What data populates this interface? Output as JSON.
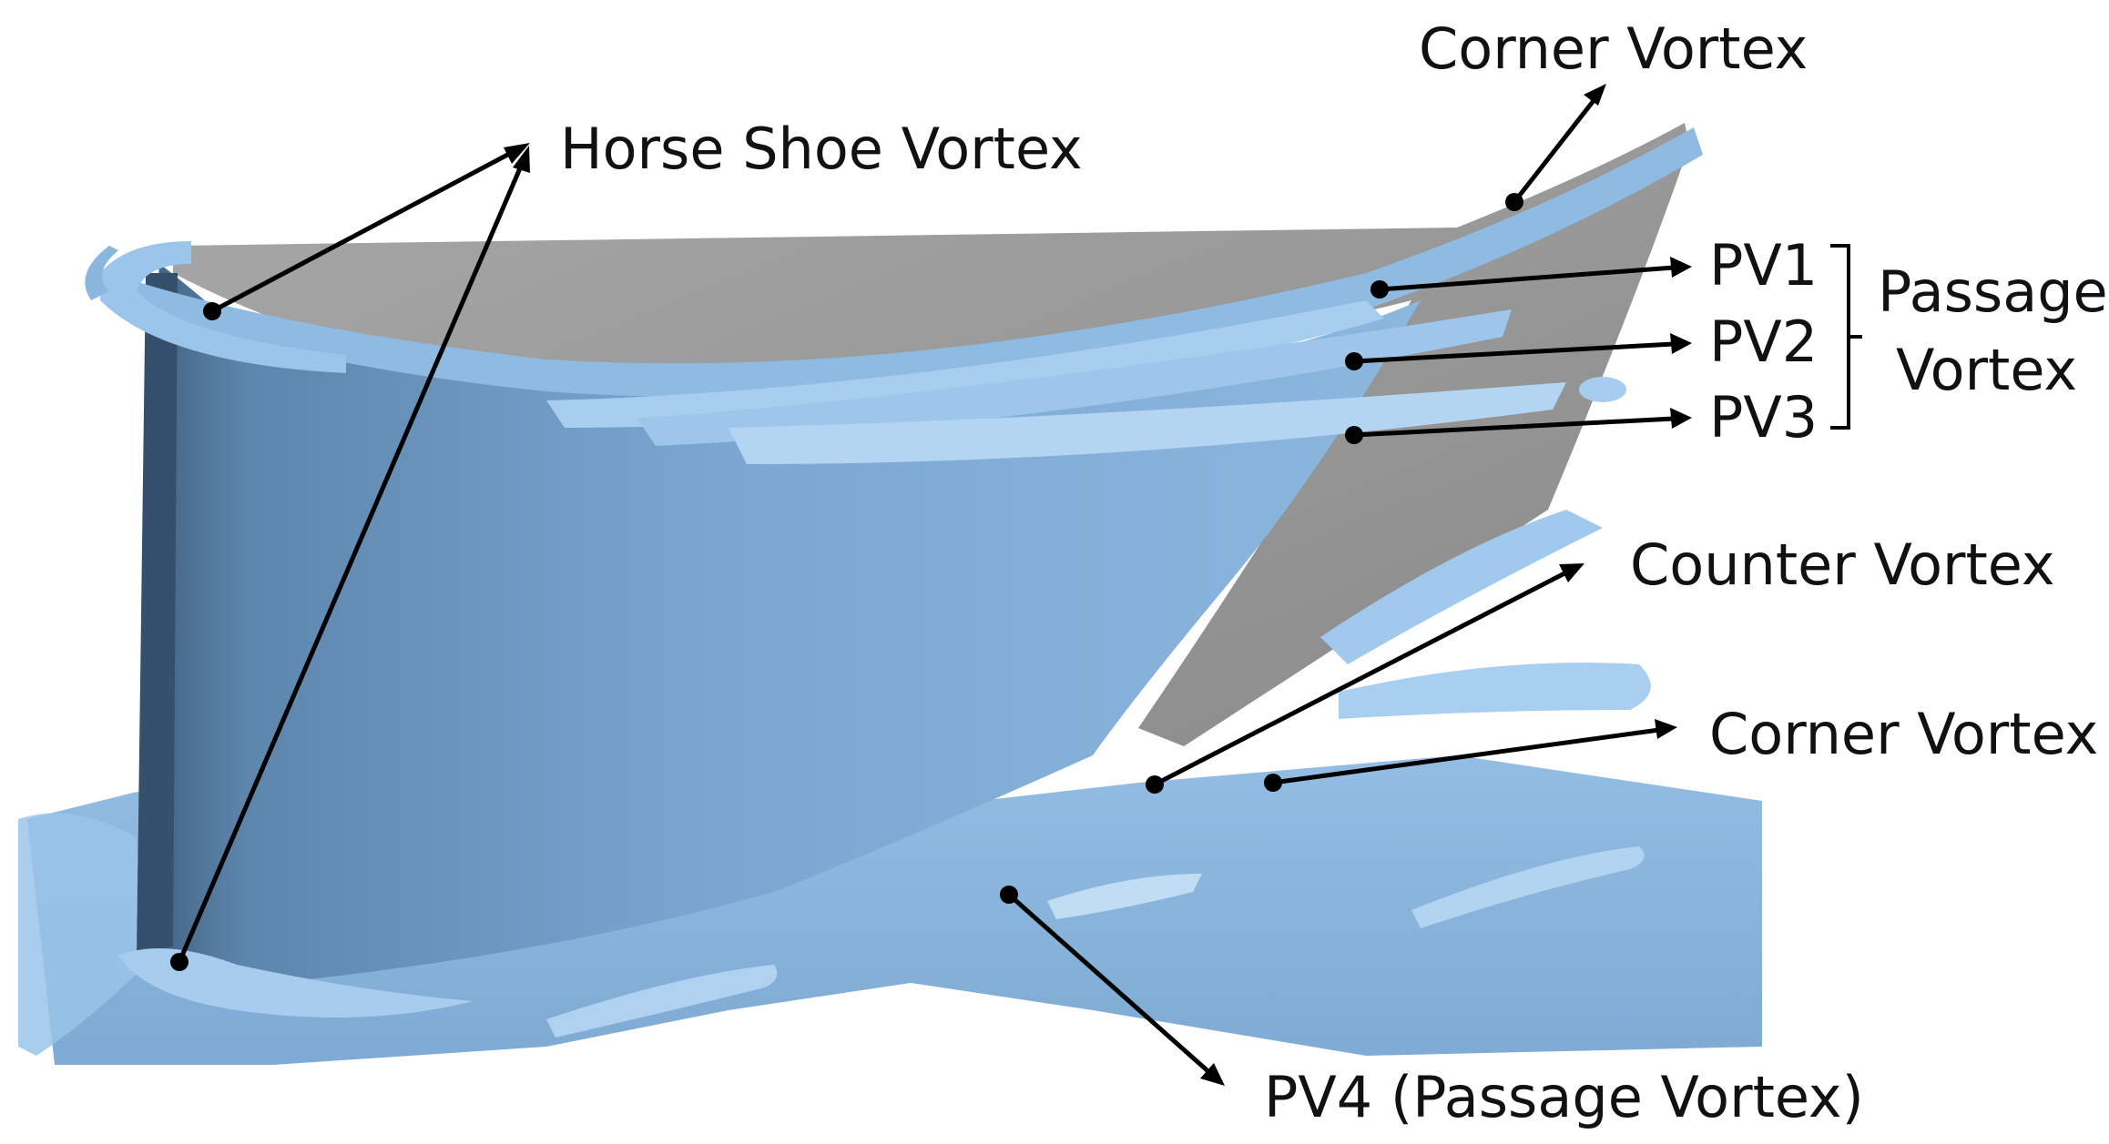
{
  "labels": {
    "horse_shoe_vortex": "Horse Shoe Vortex",
    "corner_vortex_top": "Corner Vortex",
    "pv1": "PV1",
    "pv2": "PV2",
    "pv3": "PV3",
    "passage_group_line1": "Passage",
    "passage_group_line2": "Vortex",
    "counter_vortex": "Counter Vortex",
    "corner_vortex_bottom": "Corner Vortex",
    "pv4": "PV4 (Passage Vortex)"
  },
  "colors": {
    "vortex_surface": "#8db8e0",
    "vortex_highlight": "#bcd9f2",
    "vortex_shadow": "#3d5f80",
    "blade_surface": "#9a9a9a",
    "annotation": "#000000"
  }
}
